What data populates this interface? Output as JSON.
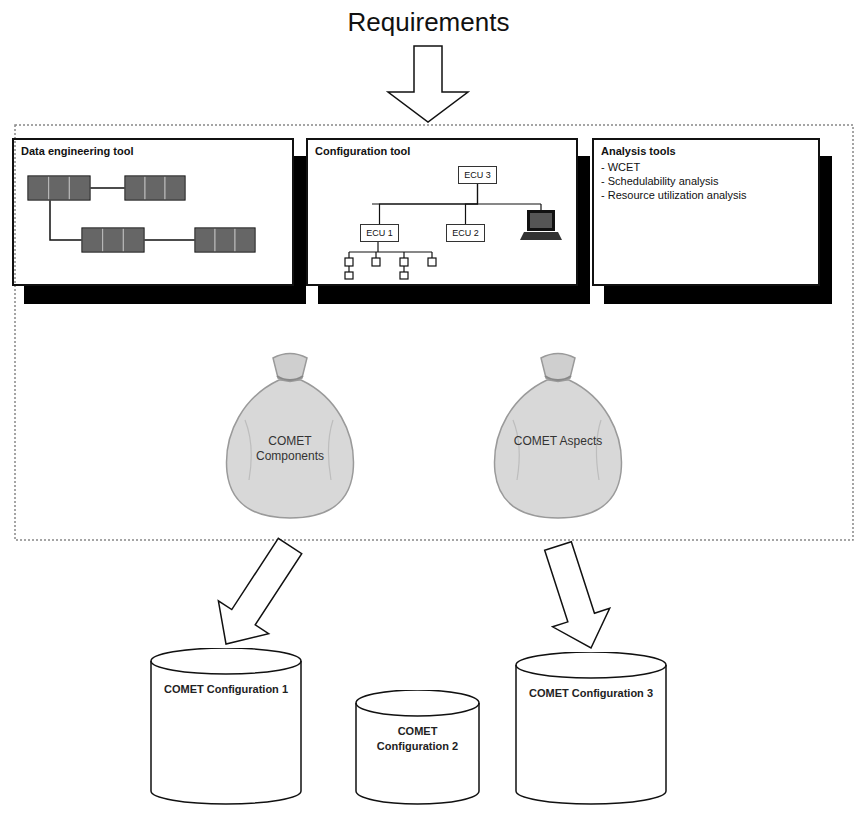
{
  "diagram": {
    "title": "Requirements",
    "nodes": [
      {
        "text": [
          "Data engineering tool"
        ]
      },
      {
        "text": [
          "Configuration tool"
        ]
      },
      {
        "text": [
          "ECU 3"
        ],
        "in": 1
      },
      {
        "text": [
          "ECU 1"
        ],
        "in": 1
      },
      {
        "text": [
          "ECU 2"
        ],
        "in": 1
      },
      {
        "text": [
          "Analysis tools",
          "- WCET",
          "- Schedulability analysis",
          "- Resource utilization analysis"
        ]
      },
      {
        "text": [
          "COMET Components"
        ]
      },
      {
        "text": [
          "COMET Aspects"
        ]
      },
      {
        "text": [
          "COMET Configuration 1"
        ]
      },
      {
        "text": [
          "COMET Configuration 2"
        ]
      },
      {
        "text": [
          "COMET Configuration 3"
        ]
      }
    ],
    "edges": [
      {
        "from": 2,
        "to": 3,
        "arrow": "none"
      },
      {
        "from": 2,
        "to": 4,
        "arrow": "none"
      },
      {
        "from": 6,
        "to": 8,
        "arrow": "to"
      },
      {
        "from": 7,
        "to": 10,
        "arrow": "to"
      }
    ]
  }
}
